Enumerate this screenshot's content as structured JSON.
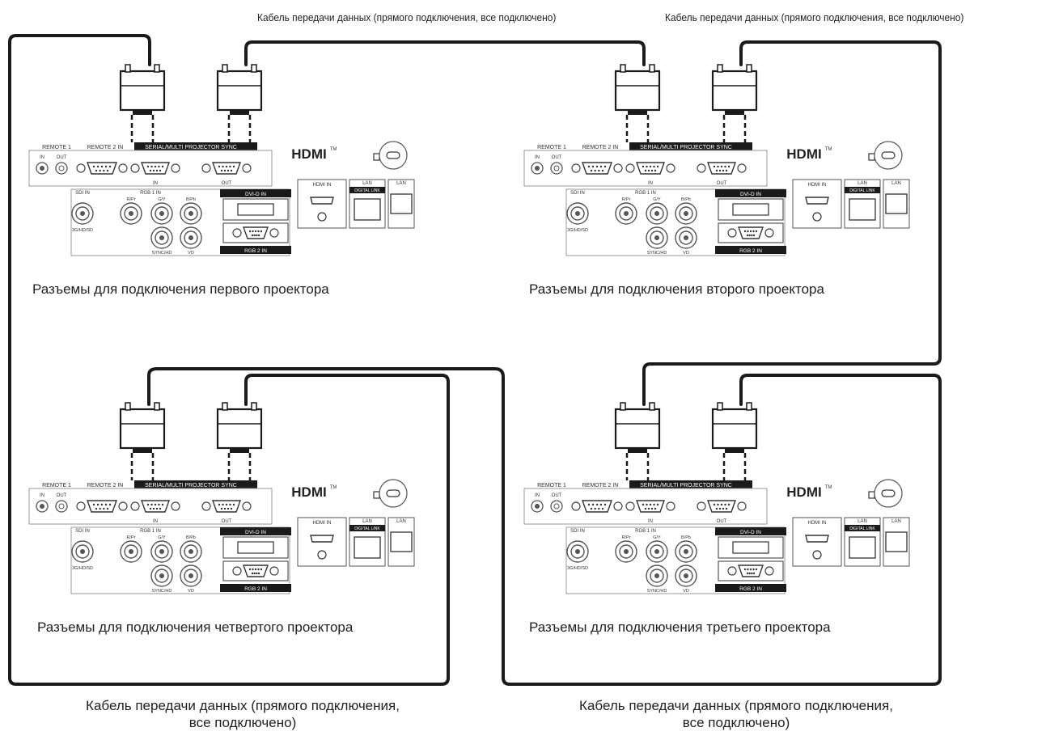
{
  "cable_labels": {
    "top_left": "Кабель передачи данных (прямого подключения, все подключено)",
    "top_right": "Кабель передачи данных (прямого подключения, все подключено)",
    "bottom_left_line1": "Кабель передачи данных (прямого подключения,",
    "bottom_left_line2": "все подключено)",
    "bottom_right_line1": "Кабель передачи данных (прямого подключения,",
    "bottom_right_line2": "все подключено)"
  },
  "projectors": [
    {
      "id": "first",
      "caption": "Разъемы для подключения первого проектора"
    },
    {
      "id": "second",
      "caption": "Разъемы для подключения второго проектора"
    },
    {
      "id": "third",
      "caption": "Разъемы для подключения третьего проектора"
    },
    {
      "id": "fourth",
      "caption": "Разъемы для подключения четвертого проектора"
    }
  ],
  "panel_labels": {
    "remote1": "REMOTE 1",
    "remote2": "REMOTE 2 IN",
    "remote_in": "IN",
    "remote_out": "OUT",
    "serial": "SERIAL/MULTI PROJECTOR SYNC",
    "serial_in": "IN",
    "serial_out": "OUT",
    "hdmi_logo": "HDMI",
    "tm": "TM",
    "sdi": "SDI IN",
    "sdi_formats": "3G/HD/SD",
    "rgb1": "RGB 1 IN",
    "rpr": "R/Pr",
    "gy": "G/Y",
    "bpb": "B/Pb",
    "sync": "SYNC/HD",
    "vd": "VD",
    "dvid": "DVI-D IN",
    "rgb2": "RGB 2 IN",
    "hdmi_in": "HDMI IN",
    "lan": "LAN",
    "digital_link": "DIGITAL LINK"
  }
}
